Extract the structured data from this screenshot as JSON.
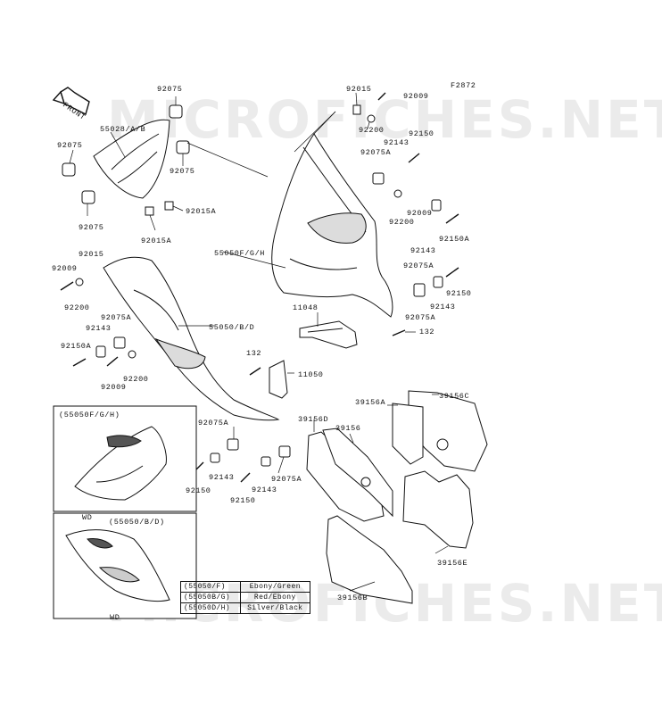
{
  "figure_code": "F2872",
  "front_arrow": "FRONT",
  "watermark": "MICROFICHES.NET",
  "part_labels": {
    "p92075_a": "92075",
    "p55028": "55028/A/B",
    "p92075_b": "92075",
    "p92075_c": "92075",
    "p92075_d": "92075",
    "p92015a_a": "92015A",
    "p92015a_b": "92015A",
    "p92015_top": "92015",
    "p92009_top": "92009",
    "p92200_top": "92200",
    "p92143_top": "92143",
    "p92150_top": "92150",
    "p92075A_top": "92075A",
    "p92009_r": "92009",
    "p92200_r": "92200",
    "p92150A_r": "92150A",
    "p92143_r": "92143",
    "p92075A_r": "92075A",
    "p55050fgh": "55050F/G/H",
    "p92150_r": "92150",
    "p92143_r2": "92143",
    "p92075A_r2": "92075A",
    "p11048": "11048",
    "p132_r": "132",
    "p92015_l": "92015",
    "p92009_l": "92009",
    "p92200_l": "92200",
    "p92075A_l": "92075A",
    "p92143_l": "92143",
    "p55050bd": "55050/B/D",
    "p92150A_l": "92150A",
    "p92200_l2": "92200",
    "p92009_l2": "92009",
    "p132_m": "132",
    "p11050": "11050",
    "p92075A_m": "92075A",
    "p92143_m": "92143",
    "p92150_m": "92150",
    "p92143_m2": "92143",
    "p92150_m2": "92150",
    "p92075A_m2": "92075A",
    "p39156A": "39156A",
    "p39156C": "39156C",
    "p39156D": "39156D",
    "p39156": "39156",
    "p39156E": "39156E",
    "p39156B": "39156B"
  },
  "inset_top": {
    "title": "(55050F/G/H)",
    "note": "WD"
  },
  "inset_bottom": {
    "title": "(55050/B/D)",
    "note": "WD"
  },
  "color_table": [
    {
      "code": "(55050/F)",
      "color": "Ebony/Green"
    },
    {
      "code": "(55050B/G)",
      "color": "Red/Ebony"
    },
    {
      "code": "(55050D/H)",
      "color": "Silver/Black"
    }
  ]
}
